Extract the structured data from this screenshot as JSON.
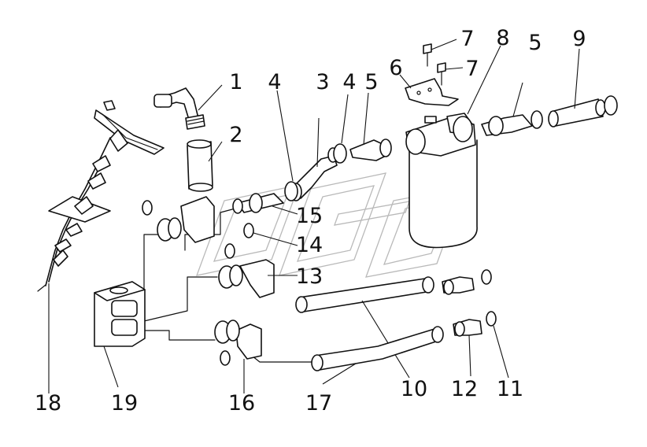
{
  "diagram": {
    "callouts": [
      {
        "id": "c1",
        "text": "1"
      },
      {
        "id": "c2",
        "text": "2"
      },
      {
        "id": "c3",
        "text": "3"
      },
      {
        "id": "c4a",
        "text": "4"
      },
      {
        "id": "c4b",
        "text": "4"
      },
      {
        "id": "c5a",
        "text": "5"
      },
      {
        "id": "c5b",
        "text": "5"
      },
      {
        "id": "c6",
        "text": "6"
      },
      {
        "id": "c7a",
        "text": "7"
      },
      {
        "id": "c7b",
        "text": "7"
      },
      {
        "id": "c8",
        "text": "8"
      },
      {
        "id": "c9",
        "text": "9"
      },
      {
        "id": "c10",
        "text": "10"
      },
      {
        "id": "c11",
        "text": "11"
      },
      {
        "id": "c12",
        "text": "12"
      },
      {
        "id": "c13",
        "text": "13"
      },
      {
        "id": "c14",
        "text": "14"
      },
      {
        "id": "c15",
        "text": "15"
      },
      {
        "id": "c16",
        "text": "16"
      },
      {
        "id": "c17",
        "text": "17"
      },
      {
        "id": "c18",
        "text": "18"
      },
      {
        "id": "c19",
        "text": "19"
      }
    ]
  }
}
